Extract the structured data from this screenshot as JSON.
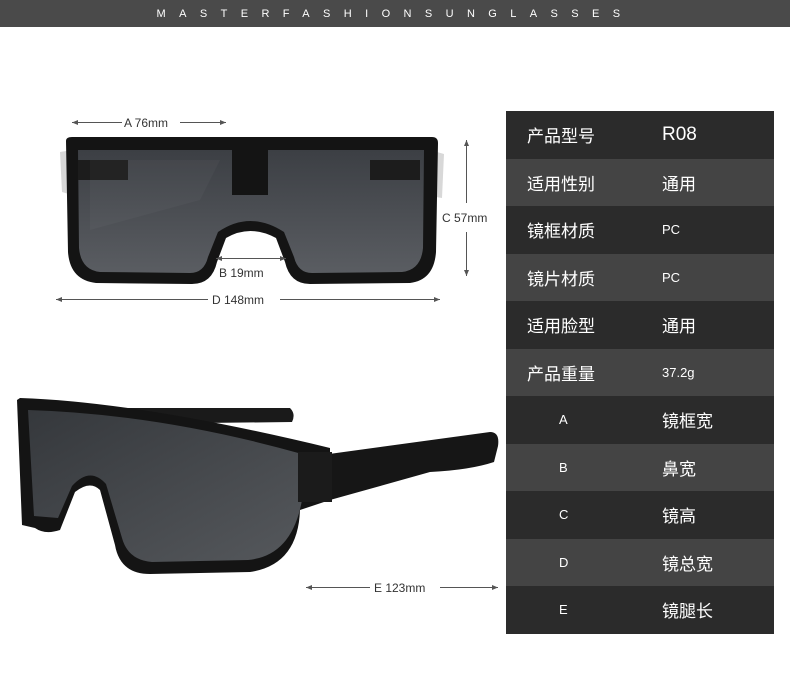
{
  "banner": {
    "text": "MASTERFASHIONSUNGLASSES"
  },
  "dimensions": {
    "a": "A 76mm",
    "b": "B 19mm",
    "c": "C 57mm",
    "d": "D 148mm",
    "e": "E 123mm"
  },
  "specs": [
    {
      "key": "产品型号",
      "value": "R08"
    },
    {
      "key": "适用性别",
      "value": "通用"
    },
    {
      "key": "镜框材质",
      "value": "PC"
    },
    {
      "key": "镜片材质",
      "value": "PC"
    },
    {
      "key": "适用脸型",
      "value": "通用"
    },
    {
      "key": "产品重量",
      "value": "37.2g"
    },
    {
      "key": "A",
      "value": "镜框宽"
    },
    {
      "key": "B",
      "value": "鼻宽"
    },
    {
      "key": "C",
      "value": "镜高"
    },
    {
      "key": "D",
      "value": "镜总宽"
    },
    {
      "key": "E",
      "value": "镜腿长"
    }
  ],
  "colors": {
    "banner_bg": "#4a4a4a",
    "table_dark": "#2b2b2b",
    "table_light": "#444444",
    "frame": "#111111",
    "lens": "#4a4d52"
  }
}
